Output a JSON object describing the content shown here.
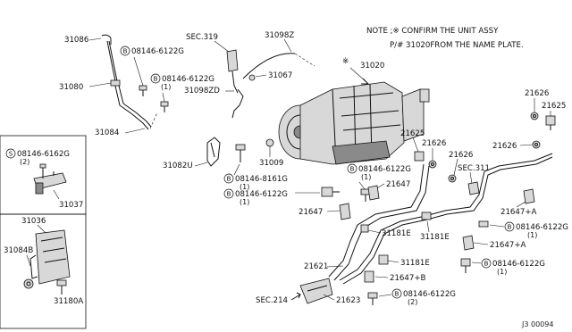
{
  "note": {
    "line1": "NOTE ;※ CONFIRM THE UNIT ASSY",
    "line2": "P/# 31020FROM THE NAME PLATE."
  },
  "diagram_code": "J3 00094",
  "labels": {
    "l31086": "31086",
    "l31080": "31080",
    "l31084": "31084",
    "sec319": "SEC.319",
    "b_08146_6122g_a": "08146-6122G",
    "b_08146_6122g_b": "08146-6122G",
    "qty_b": "(1)",
    "l31098z": "31098Z",
    "l31098zd": "31098ZD",
    "l31067": "31067",
    "star": "※",
    "l31020": "31020",
    "l21626_a": "21626",
    "l21625_a": "21625",
    "l21625_b": "21625",
    "l21626_b": "21626",
    "l21626_c": "21626",
    "l21626_d": "21626",
    "s_08146_6162g": "08146-6162G",
    "qty_s": "(2)",
    "l31037": "31037",
    "l31082u": "31082U",
    "l31009": "31009",
    "b_08146_8161g": "08146-8161G",
    "qty_8161": "(1)",
    "b_08146_6122g_c": "08146-6122G",
    "qty_c": "(1)",
    "b_08146_6122g_d": "08146-6122G",
    "qty_d": "(1)",
    "sec311": "SEC.311",
    "l21647_a": "21647",
    "l21647_b": "21647",
    "l31036": "31036",
    "l31084b": "31084B",
    "l31180a": "31180A",
    "l31181e_a": "31181E",
    "l31181e_b": "31181E",
    "l31181e_c": "31181E",
    "l21647a_a": "21647+A",
    "l21647a_b": "21647+A",
    "b_08146_6122g_e": "08146-6122G",
    "qty_e": "(1)",
    "b_08146_6122g_f": "08146-6122G",
    "qty_f": "(1)",
    "l21621": "21621",
    "l21647b": "21647+B",
    "b_08146_6122g_g": "08146-6122G",
    "qty_g": "(2)",
    "sec214": "SEC.214",
    "l21623": "21623"
  },
  "callout_prefix": {
    "bolt": "B",
    "screw": "S"
  }
}
